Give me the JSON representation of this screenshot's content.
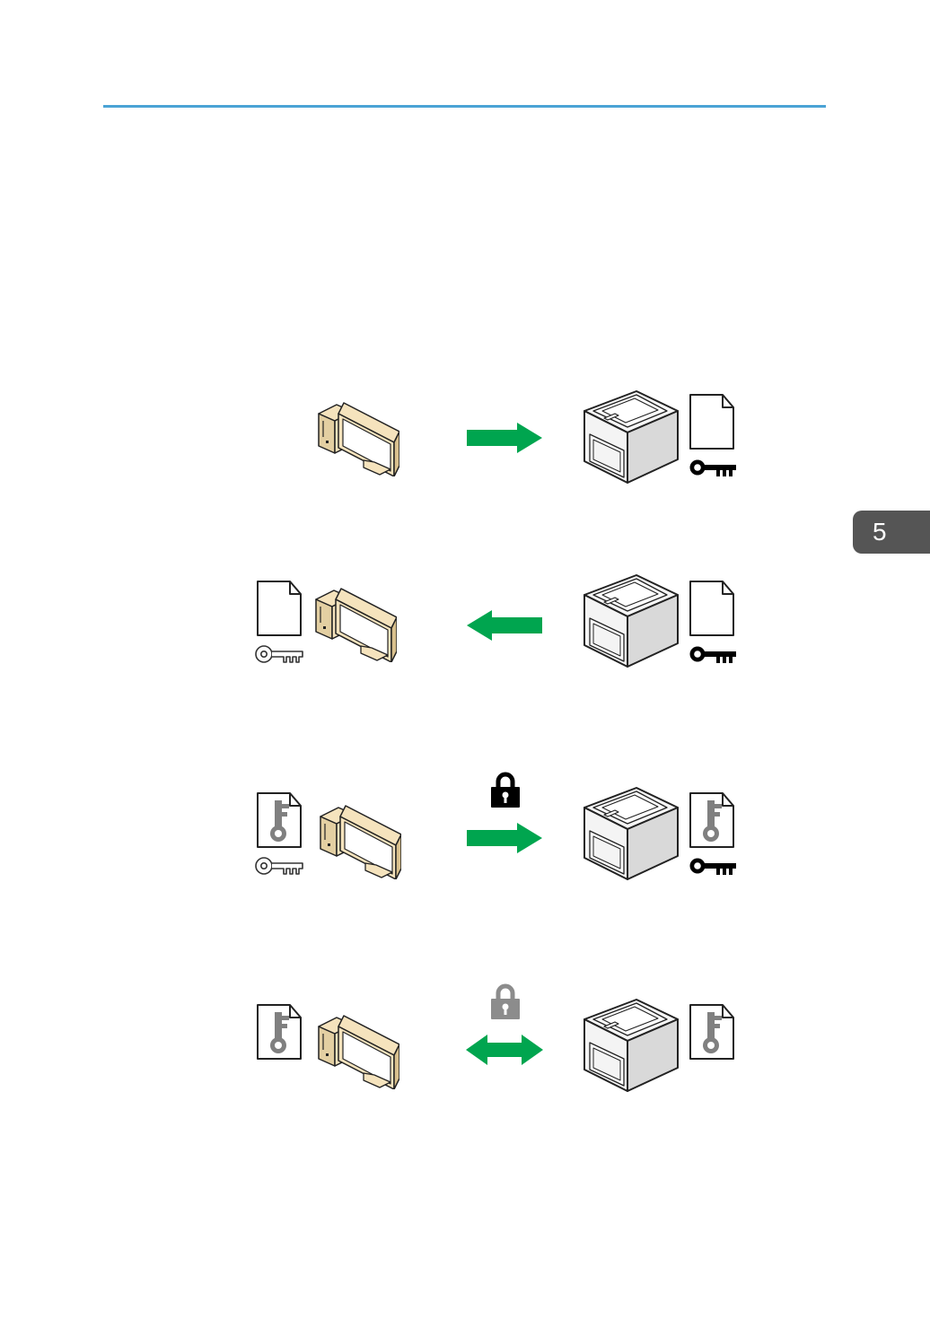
{
  "page": {
    "chapter_number": "5",
    "colors": {
      "rule": "#4aa3d5",
      "tab": "#555555",
      "arrow": "#00a54f",
      "lock_dark": "#000000",
      "lock_light": "#8c8c8c",
      "pc_beige": "#f5e3bd",
      "pc_outline": "#222222",
      "printer_face": "#f4f4f4",
      "printer_side": "#d9d9d9",
      "key_hollow": "#888888",
      "doc_key": "#808080"
    }
  },
  "diagram": {
    "rows": [
      {
        "id": "row-1",
        "left": [],
        "arrow": "right",
        "lock": "none",
        "right": [
          "document-icon",
          "filled-key-icon"
        ]
      },
      {
        "id": "row-2",
        "left": [
          "document-icon",
          "hollow-key-icon"
        ],
        "arrow": "left",
        "lock": "none",
        "right": [
          "document-icon",
          "filled-key-icon"
        ]
      },
      {
        "id": "row-3",
        "left": [
          "key-document-icon",
          "hollow-key-icon"
        ],
        "arrow": "right",
        "lock": "dark",
        "right": [
          "key-document-icon",
          "filled-key-icon"
        ]
      },
      {
        "id": "row-4",
        "left": [
          "key-document-icon"
        ],
        "arrow": "both",
        "lock": "light",
        "right": [
          "key-document-icon"
        ]
      }
    ]
  }
}
